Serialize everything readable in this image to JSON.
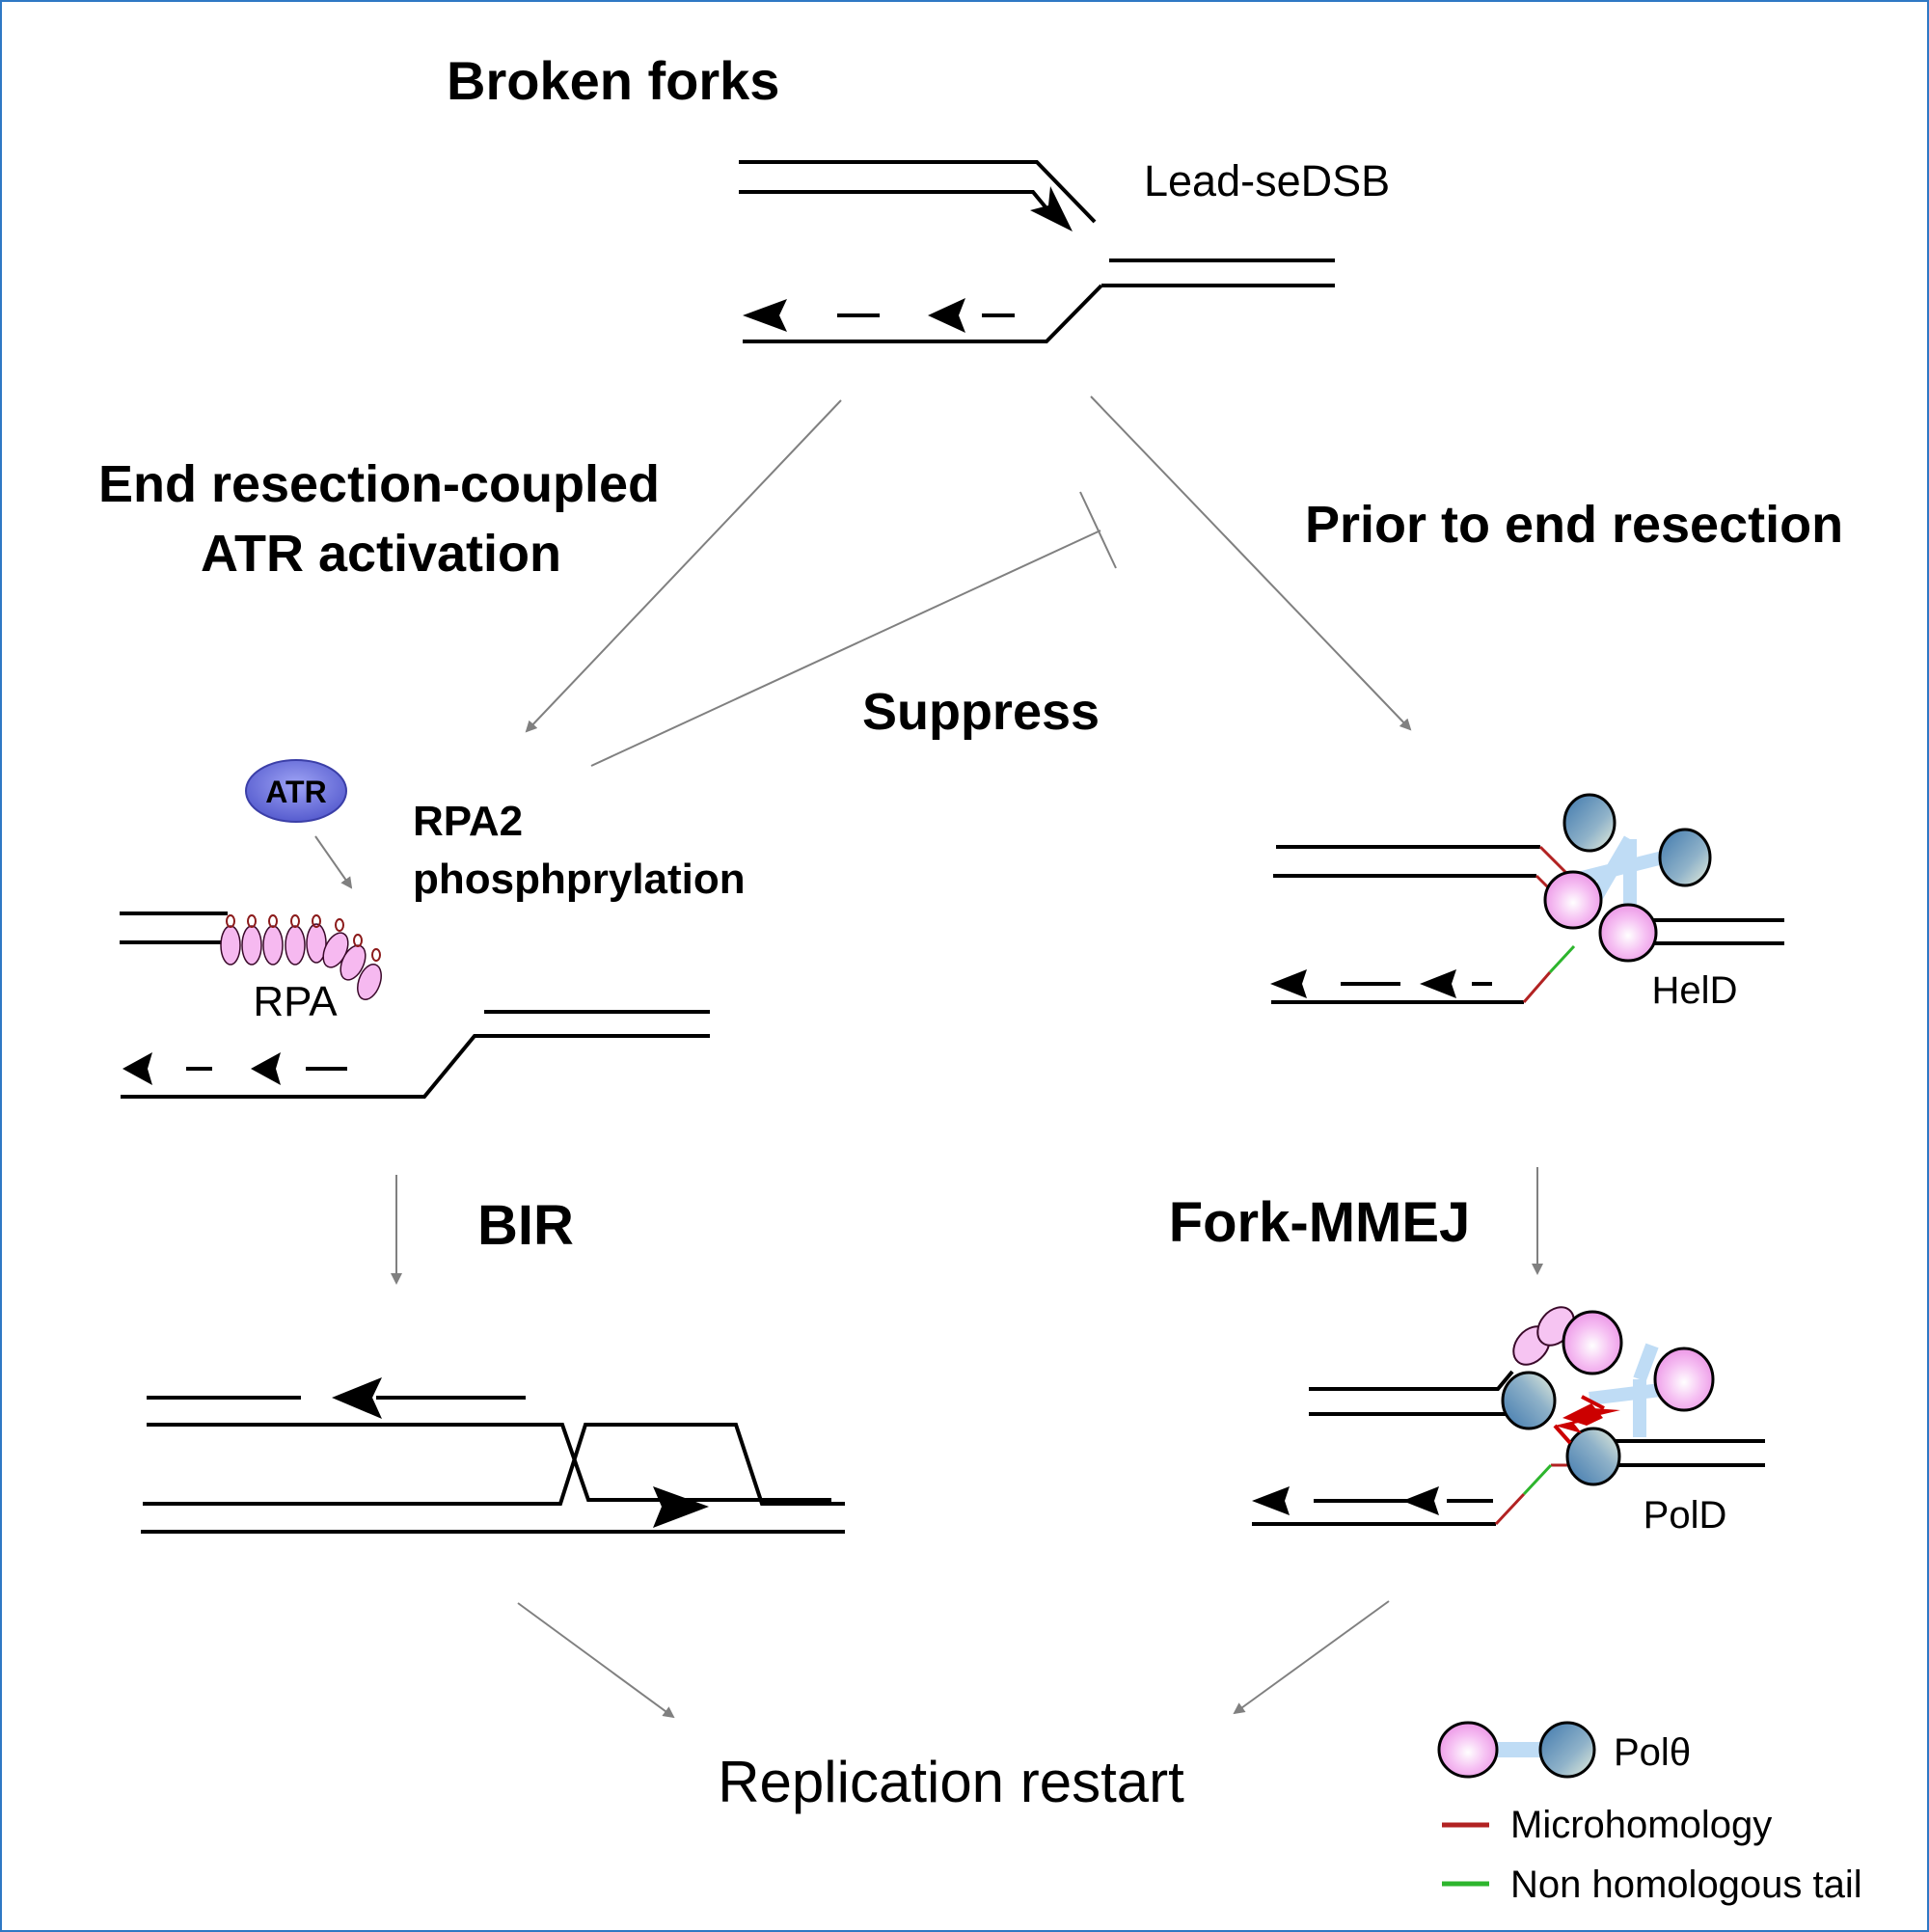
{
  "title": "Broken forks",
  "top_fork": {
    "label": "Lead-seDSB"
  },
  "left_branch": {
    "label_line1": "End resection-coupled",
    "label_line2": "ATR activation",
    "atr_label": "ATR",
    "phospho_line1": "RPA2",
    "phospho_line2": "phosphprylation",
    "rpa_label": "RPA"
  },
  "suppress_label": "Suppress",
  "right_branch": {
    "label": "Prior to end resection",
    "held_label": "HelD"
  },
  "bir": {
    "label": "BIR"
  },
  "mmej": {
    "label": "Fork-MMEJ",
    "pold_label": "PolD"
  },
  "outcome": "Replication restart",
  "legend": {
    "items": [
      {
        "label": "Polθ",
        "kind": "helicase-polymerase-pair"
      },
      {
        "label": "Microhomology",
        "color": "#b22222"
      },
      {
        "label": "Non homologous tail",
        "color": "#2db52d"
      }
    ]
  },
  "colors": {
    "frame": "#2f78c4",
    "arrow_gray": "#808080",
    "rpa_pink": "#f6b9f0",
    "phospho_red": "#8b1a1a",
    "atr_blue": "#5a5fd8",
    "linker_lightblue": "#bfdcf5",
    "pol_blue": "#4e86b5",
    "micro_red": "#b22222",
    "tail_green": "#2db52d",
    "mmej_arrow_red": "#cc0000"
  }
}
